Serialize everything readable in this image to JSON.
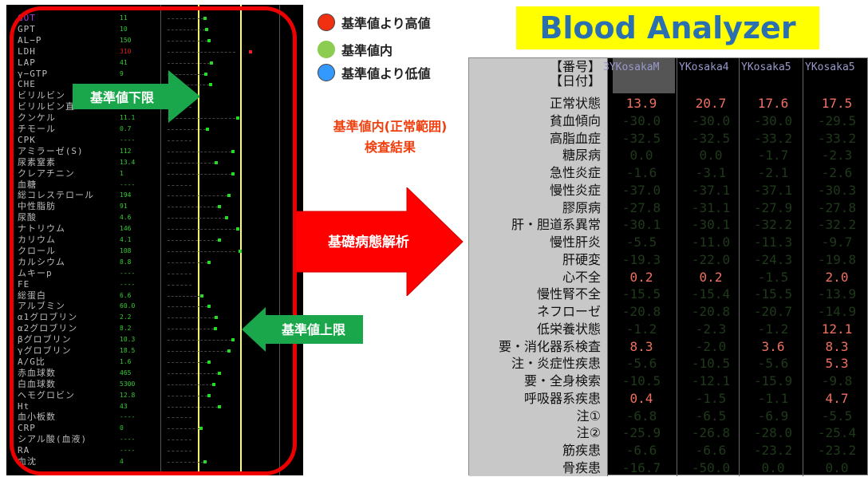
{
  "title": "Blood Analyzer",
  "legend": [
    {
      "label": "基準値より高値",
      "color": "#f03010"
    },
    {
      "label": "基準値内",
      "color": "#8ccc50"
    },
    {
      "label": "基準値より低値",
      "color": "#3399ff"
    }
  ],
  "note": [
    "基準値内(正常範囲)",
    "検査結果"
  ],
  "arrows": {
    "lower": "基準値下限",
    "upper": "基準値上限",
    "analysis": "基礎病態解析"
  },
  "tests": [
    {
      "name": "GOT",
      "value": "11",
      "level": 0.13
    },
    {
      "name": "GPT",
      "value": "10",
      "level": 0.17
    },
    {
      "name": "AL−P",
      "value": "150",
      "level": 0.23
    },
    {
      "name": "LDH",
      "value": "310",
      "level": 1.2,
      "high": true
    },
    {
      "name": "LAP",
      "value": "41",
      "level": 0.28
    },
    {
      "name": "γ−GTP",
      "value": "9",
      "level": 0.15
    },
    {
      "name": "CHE",
      "value": "",
      "level": 0.26
    },
    {
      "name": "ビリルビン",
      "value": "",
      "level": null
    },
    {
      "name": "ビリルビン直",
      "value": "",
      "level": null
    },
    {
      "name": "クンケル",
      "value": "11.1",
      "level": 0.9
    },
    {
      "name": "チモール",
      "value": "0.7",
      "level": 0.19
    },
    {
      "name": "CPK",
      "value": "----",
      "level": null
    },
    {
      "name": "アミラーゼ(S)",
      "value": "112",
      "level": 0.8
    },
    {
      "name": "尿素窒素",
      "value": "13.4",
      "level": 0.4
    },
    {
      "name": "クレアチニン",
      "value": "1",
      "level": 0.8
    },
    {
      "name": "血糖",
      "value": "----",
      "level": null
    },
    {
      "name": "総コレステロール",
      "value": "194",
      "level": 0.7
    },
    {
      "name": "中性脂肪",
      "value": "91",
      "level": 0.47
    },
    {
      "name": "尿酸",
      "value": "4.6",
      "level": 0.64
    },
    {
      "name": "ナトリウム",
      "value": "146",
      "level": 0.9
    },
    {
      "name": "カリウム",
      "value": "4.1",
      "level": 0.47
    },
    {
      "name": "クロール",
      "value": "108",
      "level": 0.97
    },
    {
      "name": "カルシウム",
      "value": "8.8",
      "level": 0.23
    },
    {
      "name": "ムキーp",
      "value": "----",
      "level": null
    },
    {
      "name": "FE",
      "value": "----",
      "level": null
    },
    {
      "name": "総蛋白",
      "value": "6.6",
      "level": 0.06
    },
    {
      "name": "アルブミン",
      "value": "60.0",
      "level": 0.23
    },
    {
      "name": "α1グロブリン",
      "value": "2.2",
      "level": 0.4
    },
    {
      "name": "α2グロブリン",
      "value": "8.2",
      "level": 0.38
    },
    {
      "name": "βグロブリン",
      "value": "10.3",
      "level": 0.8
    },
    {
      "name": "γグロブリン",
      "value": "18.5",
      "level": 0.7
    },
    {
      "name": "A/G比",
      "value": "1.6",
      "level": 0.23
    },
    {
      "name": "赤血球数",
      "value": "465",
      "level": 0.47
    },
    {
      "name": "白血球数",
      "value": "5300",
      "level": 0.34
    },
    {
      "name": "ヘモグロビン",
      "value": "12.8",
      "level": 0.23
    },
    {
      "name": "Ht",
      "value": "43",
      "level": 0.47
    },
    {
      "name": "血小板数",
      "value": "----",
      "level": null
    },
    {
      "name": "CRP",
      "value": "0",
      "level": 0.04
    },
    {
      "name": "シアル酸(血液)",
      "value": "----",
      "level": null
    },
    {
      "name": "RA",
      "value": "----",
      "level": null
    },
    {
      "name": "血沈",
      "value": "4",
      "level": 0.13
    }
  ],
  "table": {
    "header_labels": [
      "【番号】",
      "【日付】"
    ],
    "columns": [
      "3YKosakaM",
      "YKosaka4",
      "YKosaka5",
      "YKosaka5"
    ],
    "rows": [
      {
        "label": "正常状態",
        "values": [
          "13.9",
          "20.7",
          "17.6",
          "17.5"
        ],
        "hi": [
          1,
          1,
          1,
          1
        ]
      },
      {
        "label": "貧血傾向",
        "values": [
          "-30.0",
          "-30.0",
          "-30.0",
          "-29.5"
        ],
        "hi": [
          0,
          0,
          0,
          0
        ]
      },
      {
        "label": "高脂血症",
        "values": [
          "-32.5",
          "-32.5",
          "-33.2",
          "-33.2"
        ],
        "hi": [
          0,
          0,
          0,
          0
        ]
      },
      {
        "label": "糖尿病",
        "values": [
          "0.0",
          "0.0",
          "-1.7",
          "-2.3"
        ],
        "hi": [
          0,
          0,
          0,
          0
        ]
      },
      {
        "label": "急性炎症",
        "values": [
          "-1.6",
          "-3.1",
          "-2.1",
          "-2.6"
        ],
        "hi": [
          0,
          0,
          0,
          0
        ]
      },
      {
        "label": "慢性炎症",
        "values": [
          "-37.0",
          "-37.1",
          "-37.1",
          "-30.3"
        ],
        "hi": [
          0,
          0,
          0,
          0
        ]
      },
      {
        "label": "膠原病",
        "values": [
          "-27.8",
          "-31.1",
          "-27.9",
          "-27.8"
        ],
        "hi": [
          0,
          0,
          0,
          0
        ]
      },
      {
        "label": "肝・胆道系異常",
        "values": [
          "-30.1",
          "-30.1",
          "-32.2",
          "-32.2"
        ],
        "hi": [
          0,
          0,
          0,
          0
        ]
      },
      {
        "label": "慢性肝炎",
        "values": [
          "-5.5",
          "-11.0",
          "-11.3",
          "-9.7"
        ],
        "hi": [
          0,
          0,
          0,
          0
        ]
      },
      {
        "label": "肝硬変",
        "values": [
          "-19.3",
          "-22.0",
          "-24.3",
          "-19.8"
        ],
        "hi": [
          0,
          0,
          0,
          0
        ]
      },
      {
        "label": "心不全",
        "values": [
          "0.2",
          "0.2",
          "-1.5",
          "2.0"
        ],
        "hi": [
          1,
          1,
          0,
          1
        ]
      },
      {
        "label": "慢性腎不全",
        "values": [
          "-15.5",
          "-15.4",
          "-15.5",
          "-13.9"
        ],
        "hi": [
          0,
          0,
          0,
          0
        ]
      },
      {
        "label": "ネフローゼ",
        "values": [
          "-20.8",
          "-20.8",
          "-20.7",
          "-14.9"
        ],
        "hi": [
          0,
          0,
          0,
          0
        ]
      },
      {
        "label": "低栄養状態",
        "values": [
          "-1.2",
          "-2.3",
          "-1.2",
          "12.1"
        ],
        "hi": [
          0,
          0,
          0,
          1
        ]
      },
      {
        "label": "要・消化器系検査",
        "values": [
          "8.3",
          "-2.0",
          "3.6",
          "8.3"
        ],
        "hi": [
          1,
          0,
          1,
          1
        ]
      },
      {
        "label": "注・炎症性疾患",
        "values": [
          "-5.6",
          "-10.5",
          "-5.6",
          "5.3"
        ],
        "hi": [
          0,
          0,
          0,
          1
        ]
      },
      {
        "label": "要・全身検索",
        "values": [
          "-10.5",
          "-12.1",
          "-15.9",
          "-9.8"
        ],
        "hi": [
          0,
          0,
          0,
          0
        ]
      },
      {
        "label": "呼吸器系疾患",
        "values": [
          "0.4",
          "-1.5",
          "-1.1",
          "4.7"
        ],
        "hi": [
          1,
          0,
          0,
          1
        ]
      },
      {
        "label": "注①",
        "values": [
          "-6.8",
          "-6.5",
          "-6.9",
          "-5.5"
        ],
        "hi": [
          0,
          0,
          0,
          0
        ]
      },
      {
        "label": "注②",
        "values": [
          "-25.9",
          "-26.8",
          "-28.0",
          "-25.4"
        ],
        "hi": [
          0,
          0,
          0,
          0
        ]
      },
      {
        "label": "筋疾患",
        "values": [
          "-6.6",
          "-6.6",
          "-23.2",
          "-23.2"
        ],
        "hi": [
          0,
          0,
          0,
          0
        ]
      },
      {
        "label": "骨疾患",
        "values": [
          "-16.7",
          "-50.0",
          "0.0",
          "0.0"
        ],
        "hi": [
          0,
          0,
          0,
          0
        ]
      }
    ]
  }
}
